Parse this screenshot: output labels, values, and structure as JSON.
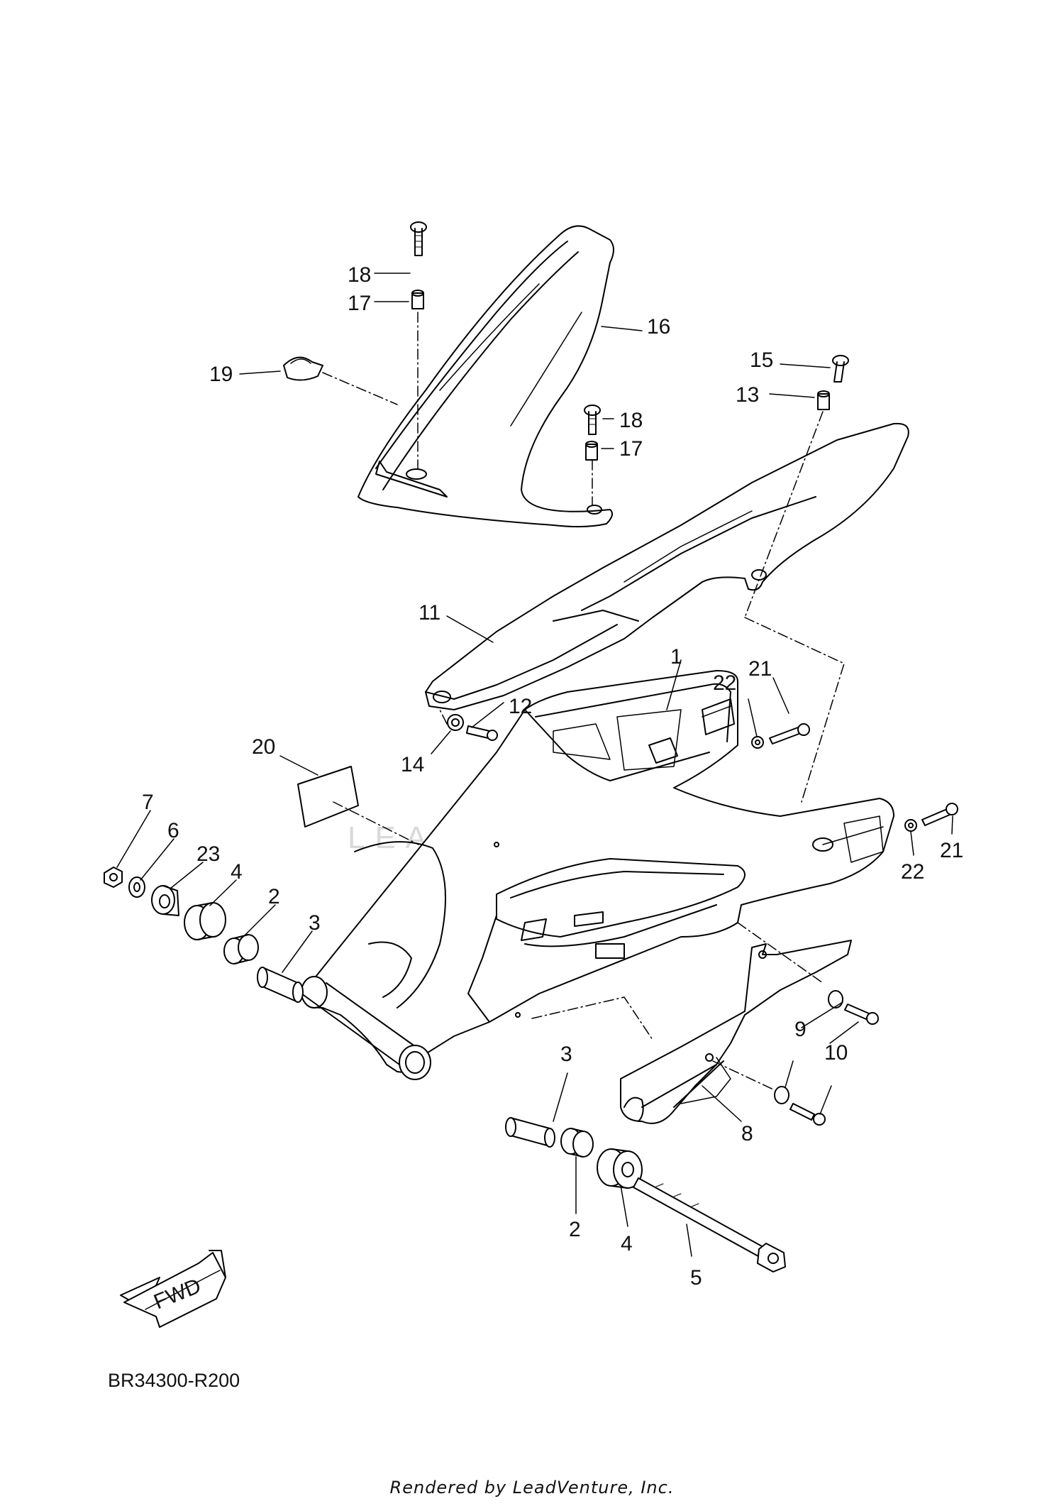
{
  "diagram": {
    "labels": {
      "p1": "1",
      "p2a": "2",
      "p2b": "2",
      "p3a": "3",
      "p3b": "3",
      "p4a": "4",
      "p4b": "4",
      "p5": "5",
      "p6": "6",
      "p7": "7",
      "p8": "8",
      "p9": "9",
      "p10": "10",
      "p11": "11",
      "p12": "12",
      "p13": "13",
      "p14": "14",
      "p15": "15",
      "p16": "16",
      "p17a": "17",
      "p17b": "17",
      "p18a": "18",
      "p18b": "18",
      "p19": "19",
      "p20": "20",
      "p21a": "21",
      "p21b": "21",
      "p22a": "22",
      "p22b": "22",
      "p23": "23"
    },
    "fwd_label": "FWD",
    "diagram_code": "BR34300-R200",
    "watermark": "LEADVENTURE",
    "credit": "Rendered by LeadVenture, Inc."
  }
}
